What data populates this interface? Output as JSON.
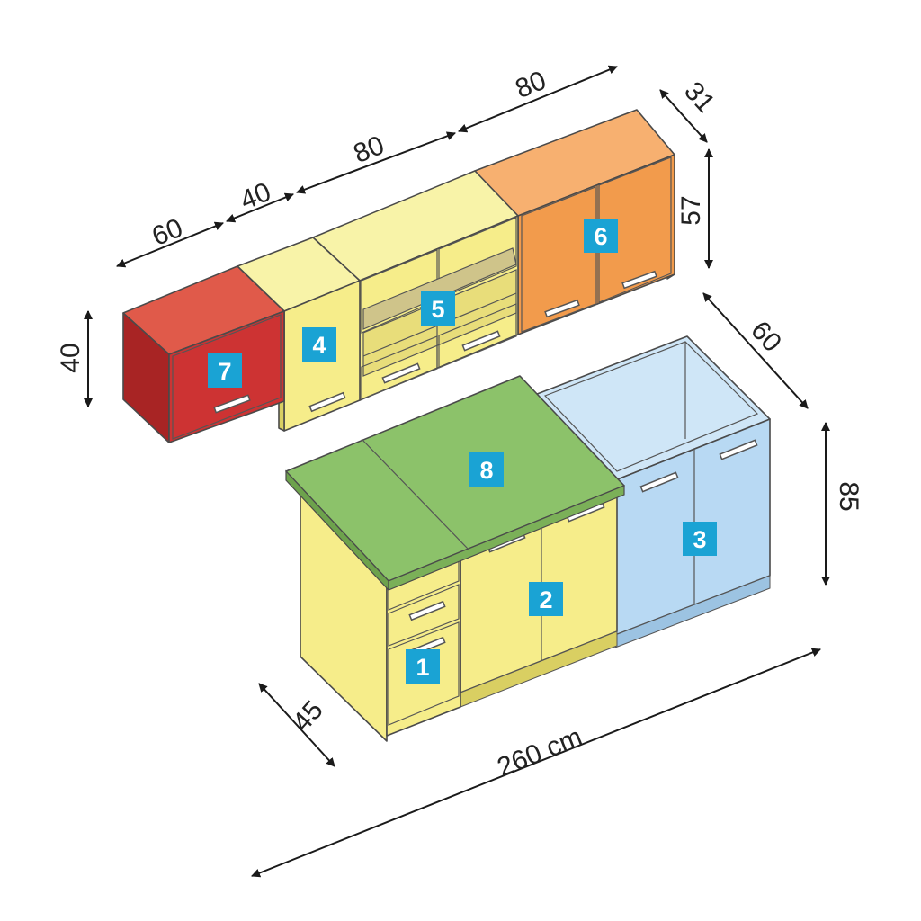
{
  "dimensions": {
    "width_upper_7": "60",
    "width_upper_4": "40",
    "width_upper_5": "80",
    "width_upper_6": "80",
    "depth_upper": "31",
    "height_upper_right": "57",
    "height_upper_left": "40",
    "depth_base_sink": "60",
    "height_base": "85",
    "depth_base_island": "45",
    "total_length": "260 cm"
  },
  "modules": [
    {
      "label": "1",
      "color": "#f6ed8a"
    },
    {
      "label": "2",
      "color": "#f6ed8a"
    },
    {
      "label": "3",
      "color": "#b8d9f3"
    },
    {
      "label": "4",
      "color": "#f6ed8a"
    },
    {
      "label": "5",
      "color": "#f6ed8a"
    },
    {
      "label": "6",
      "color": "#f29b4c"
    },
    {
      "label": "7",
      "color": "#cd3333"
    },
    {
      "label": "8",
      "color": "#8cc26a"
    }
  ],
  "colors": {
    "label_badge": "#1aa3d4",
    "dimension_line": "#1a1a1a"
  }
}
